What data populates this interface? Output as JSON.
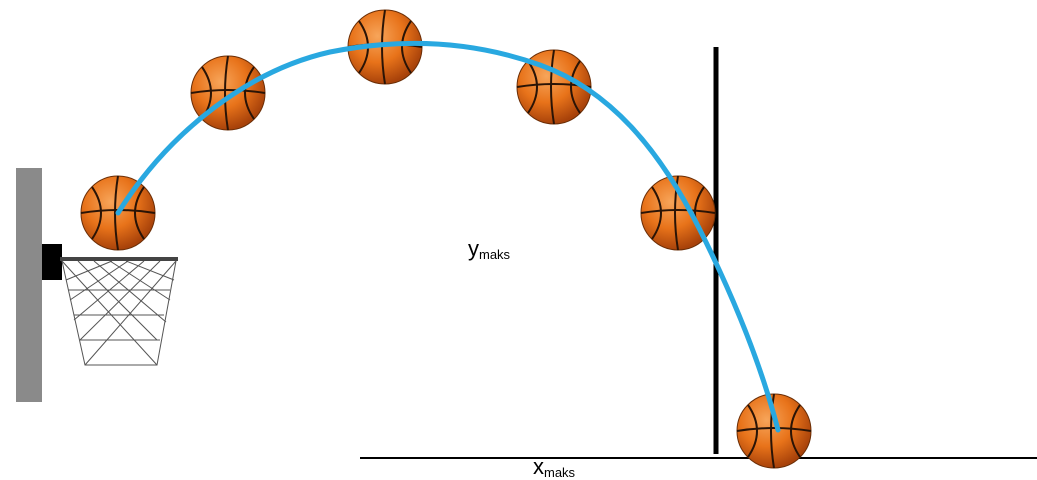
{
  "labels": {
    "y_max": {
      "symbol": "y",
      "subscript": "maks"
    },
    "x_max": {
      "symbol": "x",
      "subscript": "maks"
    }
  },
  "colors": {
    "trajectory": "#29a8e0",
    "ball": "#e8731a",
    "ball_dark": "#b84a0c",
    "ball_seam": "#2a1406",
    "backboard": "#8a8a8a",
    "bracket": "#000000",
    "rim": "#444444",
    "net": "#555555",
    "axis": "#000000"
  },
  "icons": {
    "ball": "basketball-icon",
    "hoop": "basketball-hoop-icon"
  }
}
